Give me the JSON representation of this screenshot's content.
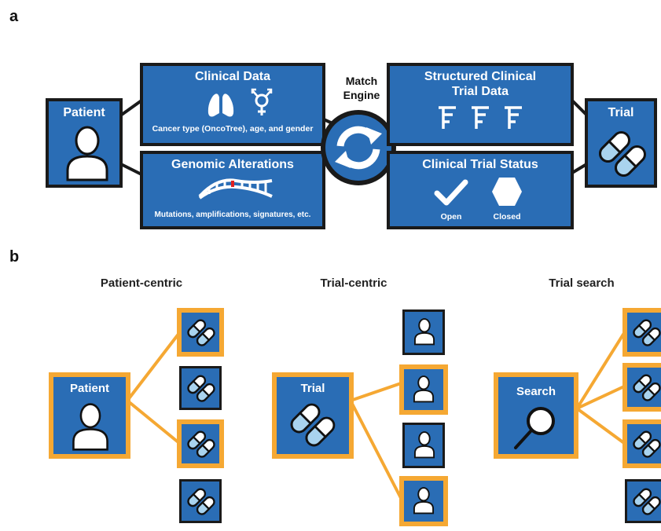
{
  "panels": {
    "a": "a",
    "b": "b"
  },
  "a": {
    "patient_label": "Patient",
    "clinical_data_title": "Clinical Data",
    "clinical_data_caption": "Cancer type (OncoTree), age, and gender",
    "genomic_title": "Genomic Alterations",
    "genomic_caption": "Mutations, amplifications, signatures, etc.",
    "match_engine_line1": "Match",
    "match_engine_line2": "Engine",
    "structured_title_line1": "Structured Clinical",
    "structured_title_line2": "Trial Data",
    "status_title": "Clinical Trial Status",
    "status_open": "Open",
    "status_closed": "Closed",
    "trial_label": "Trial"
  },
  "b": {
    "col1_title": "Patient-centric",
    "col2_title": "Trial-centric",
    "col3_title": "Trial search",
    "col1_main_label": "Patient",
    "col2_main_label": "Trial",
    "col3_main_label": "Search"
  },
  "colors": {
    "box_blue": "#2a6db5",
    "highlight_orange": "#f5a833",
    "pill_light": "#a9d3ee",
    "dna_red": "#e02020"
  }
}
